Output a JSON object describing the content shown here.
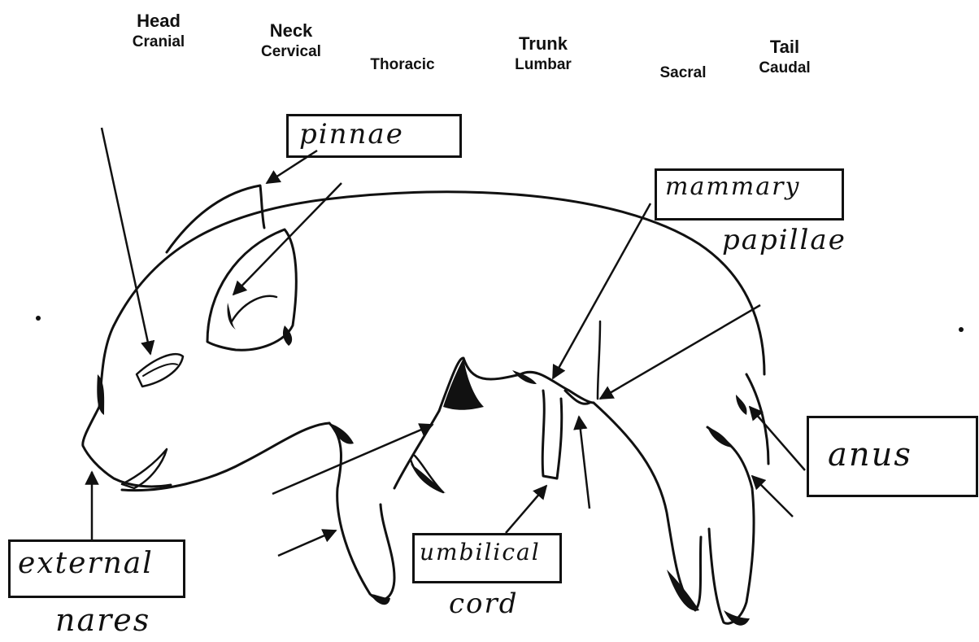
{
  "regions": [
    {
      "main": "Head",
      "sub": "Cranial"
    },
    {
      "main": "Neck",
      "sub": "Cervical"
    },
    {
      "main": "",
      "sub": "Thoracic"
    },
    {
      "main": "Trunk",
      "sub": "Lumbar"
    },
    {
      "main": "",
      "sub": "Sacral"
    },
    {
      "main": "Tail",
      "sub": "Caudal"
    }
  ],
  "labels": {
    "pinnae": "pinnae",
    "mammary": "mammary",
    "papillae": "papillae",
    "anus": "anus",
    "umbilical": "umbilical",
    "cord": "cord",
    "external": "external",
    "nares": "nares"
  },
  "colors": {
    "ink": "#111111",
    "background": "#ffffff"
  }
}
